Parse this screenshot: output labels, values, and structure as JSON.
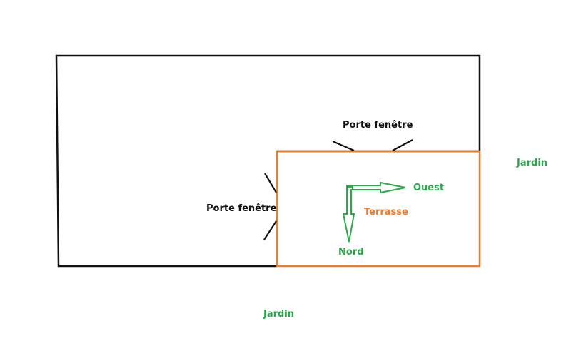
{
  "labels": {
    "door_top": "Porte fenêtre",
    "door_left": "Porte fenêtre",
    "garden_right": "Jardin",
    "garden_bottom": "Jardin",
    "terrace": "Terrasse",
    "west": "Ouest",
    "north": "Nord"
  },
  "colors": {
    "house": "#111111",
    "terrace": "#f07a2a",
    "compass": "#2ca84a"
  }
}
